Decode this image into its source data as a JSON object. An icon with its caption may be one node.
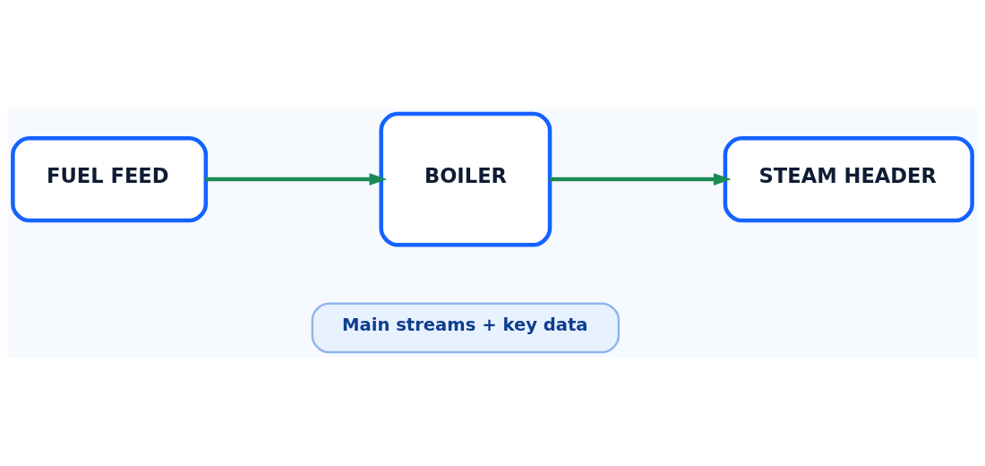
{
  "diagram": {
    "nodes": [
      {
        "text": [
          "FUEL FEED"
        ]
      },
      {
        "text": [
          "BOILER"
        ]
      },
      {
        "text": [
          "STEAM HEADER"
        ]
      },
      {
        "text": [
          "Main streams + key data"
        ]
      }
    ],
    "edges": [
      {
        "from": 0,
        "to": 1,
        "arrow": "to"
      },
      {
        "from": 1,
        "to": 2,
        "arrow": "to"
      }
    ]
  }
}
